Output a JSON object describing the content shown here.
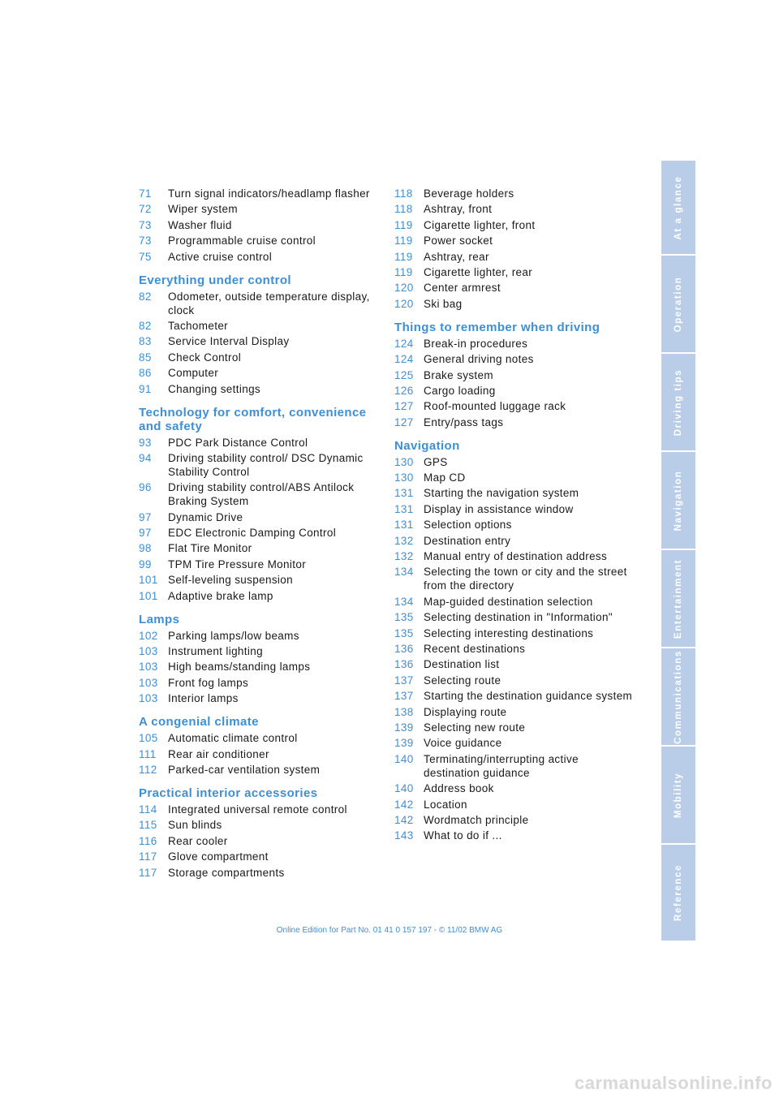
{
  "left_column": [
    {
      "type": "entry",
      "page": "71",
      "text": "Turn signal indicators/headlamp flasher"
    },
    {
      "type": "entry",
      "page": "72",
      "text": "Wiper system"
    },
    {
      "type": "entry",
      "page": "73",
      "text": "Washer fluid"
    },
    {
      "type": "entry",
      "page": "73",
      "text": "Programmable cruise control"
    },
    {
      "type": "entry",
      "page": "75",
      "text": "Active cruise control"
    },
    {
      "type": "section",
      "title": "Everything under control"
    },
    {
      "type": "entry",
      "page": "82",
      "text": "Odometer, outside temperature display, clock"
    },
    {
      "type": "entry",
      "page": "82",
      "text": "Tachometer"
    },
    {
      "type": "entry",
      "page": "83",
      "text": "Service Interval Display"
    },
    {
      "type": "entry",
      "page": "85",
      "text": "Check Control"
    },
    {
      "type": "entry",
      "page": "86",
      "text": "Computer"
    },
    {
      "type": "entry",
      "page": "91",
      "text": "Changing settings"
    },
    {
      "type": "section",
      "title": "Technology for comfort, convenience and safety"
    },
    {
      "type": "entry",
      "page": "93",
      "text": "PDC Park Distance Control"
    },
    {
      "type": "entry",
      "page": "94",
      "text": "Driving stability control/ DSC Dynamic Stability Control"
    },
    {
      "type": "entry",
      "page": "96",
      "text": "Driving stability control/ABS Antilock Braking System"
    },
    {
      "type": "entry",
      "page": "97",
      "text": "Dynamic Drive"
    },
    {
      "type": "entry",
      "page": "97",
      "text": "EDC Electronic Damping Control"
    },
    {
      "type": "entry",
      "page": "98",
      "text": "Flat Tire Monitor"
    },
    {
      "type": "entry",
      "page": "99",
      "text": "TPM Tire Pressure Monitor"
    },
    {
      "type": "entry",
      "page": "101",
      "text": "Self-leveling suspension"
    },
    {
      "type": "entry",
      "page": "101",
      "text": "Adaptive brake lamp"
    },
    {
      "type": "section",
      "title": "Lamps"
    },
    {
      "type": "entry",
      "page": "102",
      "text": "Parking lamps/low beams"
    },
    {
      "type": "entry",
      "page": "103",
      "text": "Instrument lighting"
    },
    {
      "type": "entry",
      "page": "103",
      "text": "High beams/standing lamps"
    },
    {
      "type": "entry",
      "page": "103",
      "text": "Front fog lamps"
    },
    {
      "type": "entry",
      "page": "103",
      "text": "Interior lamps"
    },
    {
      "type": "section",
      "title": "A congenial climate"
    },
    {
      "type": "entry",
      "page": "105",
      "text": "Automatic climate control"
    },
    {
      "type": "entry",
      "page": "111",
      "text": "Rear air conditioner"
    },
    {
      "type": "entry",
      "page": "112",
      "text": "Parked-car ventilation system"
    },
    {
      "type": "section",
      "title": "Practical interior accessories"
    },
    {
      "type": "entry",
      "page": "114",
      "text": "Integrated universal remote control"
    },
    {
      "type": "entry",
      "page": "115",
      "text": "Sun blinds"
    },
    {
      "type": "entry",
      "page": "116",
      "text": "Rear cooler"
    },
    {
      "type": "entry",
      "page": "117",
      "text": "Glove compartment"
    },
    {
      "type": "entry",
      "page": "117",
      "text": "Storage compartments"
    }
  ],
  "right_column": [
    {
      "type": "entry",
      "page": "118",
      "text": "Beverage holders"
    },
    {
      "type": "entry",
      "page": "118",
      "text": "Ashtray, front"
    },
    {
      "type": "entry",
      "page": "119",
      "text": "Cigarette lighter, front"
    },
    {
      "type": "entry",
      "page": "119",
      "text": "Power socket"
    },
    {
      "type": "entry",
      "page": "119",
      "text": "Ashtray, rear"
    },
    {
      "type": "entry",
      "page": "119",
      "text": "Cigarette lighter, rear"
    },
    {
      "type": "entry",
      "page": "120",
      "text": "Center armrest"
    },
    {
      "type": "entry",
      "page": "120",
      "text": "Ski bag"
    },
    {
      "type": "section",
      "title": "Things to remember when driving"
    },
    {
      "type": "entry",
      "page": "124",
      "text": "Break-in procedures"
    },
    {
      "type": "entry",
      "page": "124",
      "text": "General driving notes"
    },
    {
      "type": "entry",
      "page": "125",
      "text": "Brake system"
    },
    {
      "type": "entry",
      "page": "126",
      "text": "Cargo loading"
    },
    {
      "type": "entry",
      "page": "127",
      "text": "Roof-mounted luggage rack"
    },
    {
      "type": "entry",
      "page": "127",
      "text": "Entry/pass tags"
    },
    {
      "type": "section",
      "title": "Navigation"
    },
    {
      "type": "entry",
      "page": "130",
      "text": "GPS"
    },
    {
      "type": "entry",
      "page": "130",
      "text": "Map CD"
    },
    {
      "type": "entry",
      "page": "131",
      "text": "Starting the navigation system"
    },
    {
      "type": "entry",
      "page": "131",
      "text": "Display in assistance window"
    },
    {
      "type": "entry",
      "page": "131",
      "text": "Selection options"
    },
    {
      "type": "entry",
      "page": "132",
      "text": "Destination entry"
    },
    {
      "type": "entry",
      "page": "132",
      "text": "Manual entry of destination address"
    },
    {
      "type": "entry",
      "page": "134",
      "text": "Selecting the town or city and the street from the directory"
    },
    {
      "type": "entry",
      "page": "134",
      "text": "Map-guided destination selection"
    },
    {
      "type": "entry",
      "page": "135",
      "text": "Selecting destination in \"Information\""
    },
    {
      "type": "entry",
      "page": "135",
      "text": "Selecting interesting destinations"
    },
    {
      "type": "entry",
      "page": "136",
      "text": "Recent destinations"
    },
    {
      "type": "entry",
      "page": "136",
      "text": "Destination list"
    },
    {
      "type": "entry",
      "page": "137",
      "text": "Selecting route"
    },
    {
      "type": "entry",
      "page": "137",
      "text": "Starting the destination guidance system"
    },
    {
      "type": "entry",
      "page": "138",
      "text": "Displaying route"
    },
    {
      "type": "entry",
      "page": "139",
      "text": "Selecting new route"
    },
    {
      "type": "entry",
      "page": "139",
      "text": "Voice guidance"
    },
    {
      "type": "entry",
      "page": "140",
      "text": "Terminating/interrupting active destination guidance"
    },
    {
      "type": "entry",
      "page": "140",
      "text": "Address book"
    },
    {
      "type": "entry",
      "page": "142",
      "text": "Location"
    },
    {
      "type": "entry",
      "page": "142",
      "text": "Wordmatch principle"
    },
    {
      "type": "entry",
      "page": "143",
      "text": "What to do if ..."
    }
  ],
  "side_tabs": [
    {
      "label": "At a glance"
    },
    {
      "label": "Operation"
    },
    {
      "label": "Driving tips"
    },
    {
      "label": "Navigation"
    },
    {
      "label": "Entertainment"
    },
    {
      "label": "Communications"
    },
    {
      "label": "Mobility"
    },
    {
      "label": "Reference"
    }
  ],
  "footer": "Online Edition for Part No. 01 41 0 157 197 - © 11/02 BMW AG",
  "watermark": "carmanualsonline.info",
  "colors": {
    "accent": "#3d8fd6",
    "tab_bg": "#b9cde8",
    "text": "#1a1a1a"
  }
}
